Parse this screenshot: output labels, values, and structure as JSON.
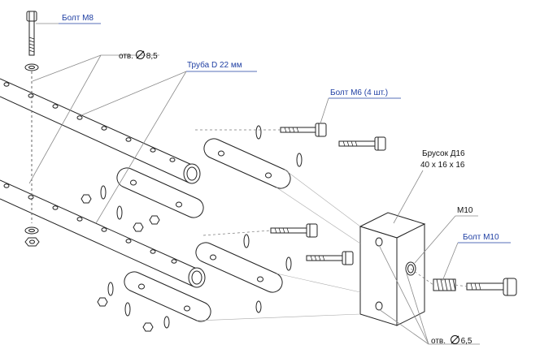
{
  "labels": {
    "bolt_m8": "Болт  М8",
    "hole_8_5_prefix": "отв.",
    "hole_8_5_value": "8,5",
    "pipe": "Труба  D 22 мм",
    "bolt_m6": "Болт М6  (4 шт.)",
    "block_line1": "Брусок  Д16",
    "block_line2": "40 х 16 х 16",
    "m10": "М10",
    "bolt_m10": "Болт М10",
    "hole_6_5_prefix": "отв.",
    "hole_6_5_value": "6,5"
  },
  "colors": {
    "label_blue": "#1f3fa3",
    "line": "#222222",
    "leader": "#8a8a8a"
  }
}
